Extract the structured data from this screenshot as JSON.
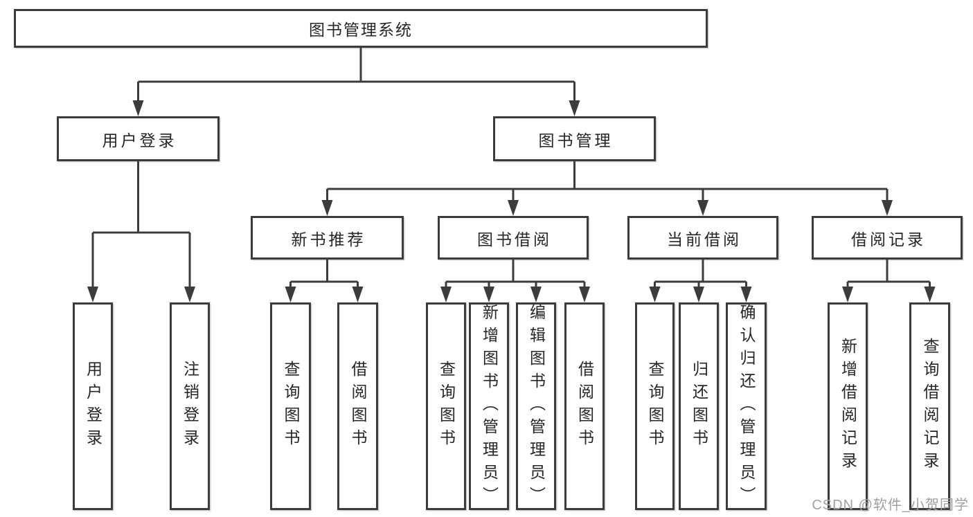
{
  "diagram": {
    "root": "图书管理系统",
    "branches": [
      {
        "label": "用户登录",
        "leaves": [
          "用户登录",
          "注销登录"
        ]
      },
      {
        "label": "图书管理",
        "groups": [
          {
            "label": "新书推荐",
            "leaves": [
              "查询图书",
              "借阅图书"
            ]
          },
          {
            "label": "图书借阅",
            "leaves": [
              "查询图书",
              "新增图书（管理员）",
              "编辑图书（管理员）",
              "借阅图书"
            ]
          },
          {
            "label": "当前借阅",
            "leaves": [
              "查询图书",
              "归还图书",
              "确认归还（管理员）"
            ]
          },
          {
            "label": "借阅记录",
            "leaves": [
              "新增借阅记录",
              "查询借阅记录"
            ]
          }
        ]
      }
    ]
  },
  "watermark": "CSDN @软件_小贺同学",
  "colors": {
    "line": "#3c3c3c",
    "text": "#262626",
    "background": "#ffffff",
    "watermark": "#a0a0a0"
  }
}
